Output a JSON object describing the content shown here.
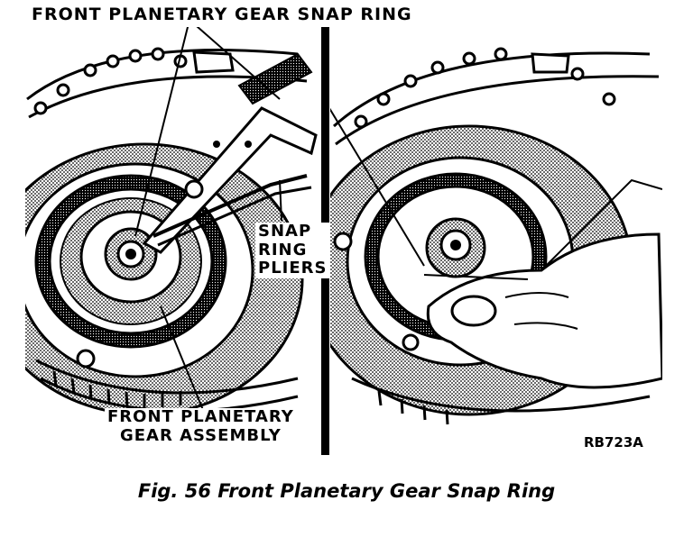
{
  "figure": {
    "callouts": {
      "snap_ring": "FRONT PLANETARY GEAR SNAP RING",
      "pliers_line1": "SNAP",
      "pliers_line2": "RING",
      "pliers_line3": "PLIERS",
      "gear_line1": "FRONT PLANETARY",
      "gear_line2": "GEAR ASSEMBLY"
    },
    "drawing_code": "RB723A",
    "caption": "Fig. 56 Front Planetary Gear Snap Ring"
  },
  "colors": {
    "ink": "#000000",
    "paper": "#ffffff",
    "shade": "#6a6a6a"
  }
}
